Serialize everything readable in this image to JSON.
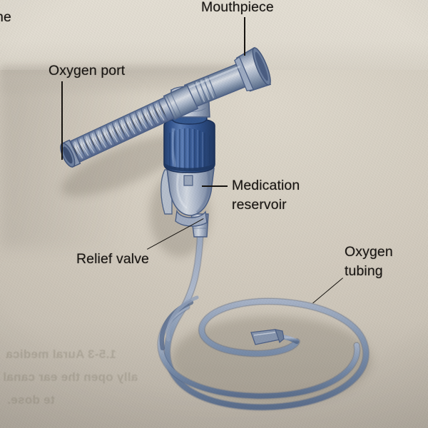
{
  "figure": {
    "subject": "hand-held jet nebulizer with oxygen tubing",
    "medium": "photograph of a printed textbook illustration"
  },
  "labels": {
    "mouthpiece": "Mouthpiece",
    "oxygen_port": "Oxygen port",
    "medication_reservoir_line1": "Medication",
    "medication_reservoir_line2": "reservoir",
    "relief_valve": "Relief valve",
    "oxygen_tubing_line1": "Oxygen",
    "oxygen_tubing_line2": "tubing",
    "cut_off_top_left": "ne"
  },
  "bleed_through": {
    "line1": "1.5-3   Aural medica",
    "line2": "ally open the ear canal",
    "line3": "te dose."
  },
  "colors": {
    "paper": "#d3ccc0",
    "paper_light": "#e1dcd1",
    "paper_shadow": "#b3aca1",
    "ink": "#181512",
    "cap_blue_dark": "#2a4a84",
    "cap_blue": "#3a5d9c",
    "cap_blue_light": "#6f8cc0",
    "body_gray_blue": "#8e9cb4",
    "body_light": "#c2c9d6",
    "tubing_blue": "#7f90ab",
    "outline": "#4a5a78"
  }
}
